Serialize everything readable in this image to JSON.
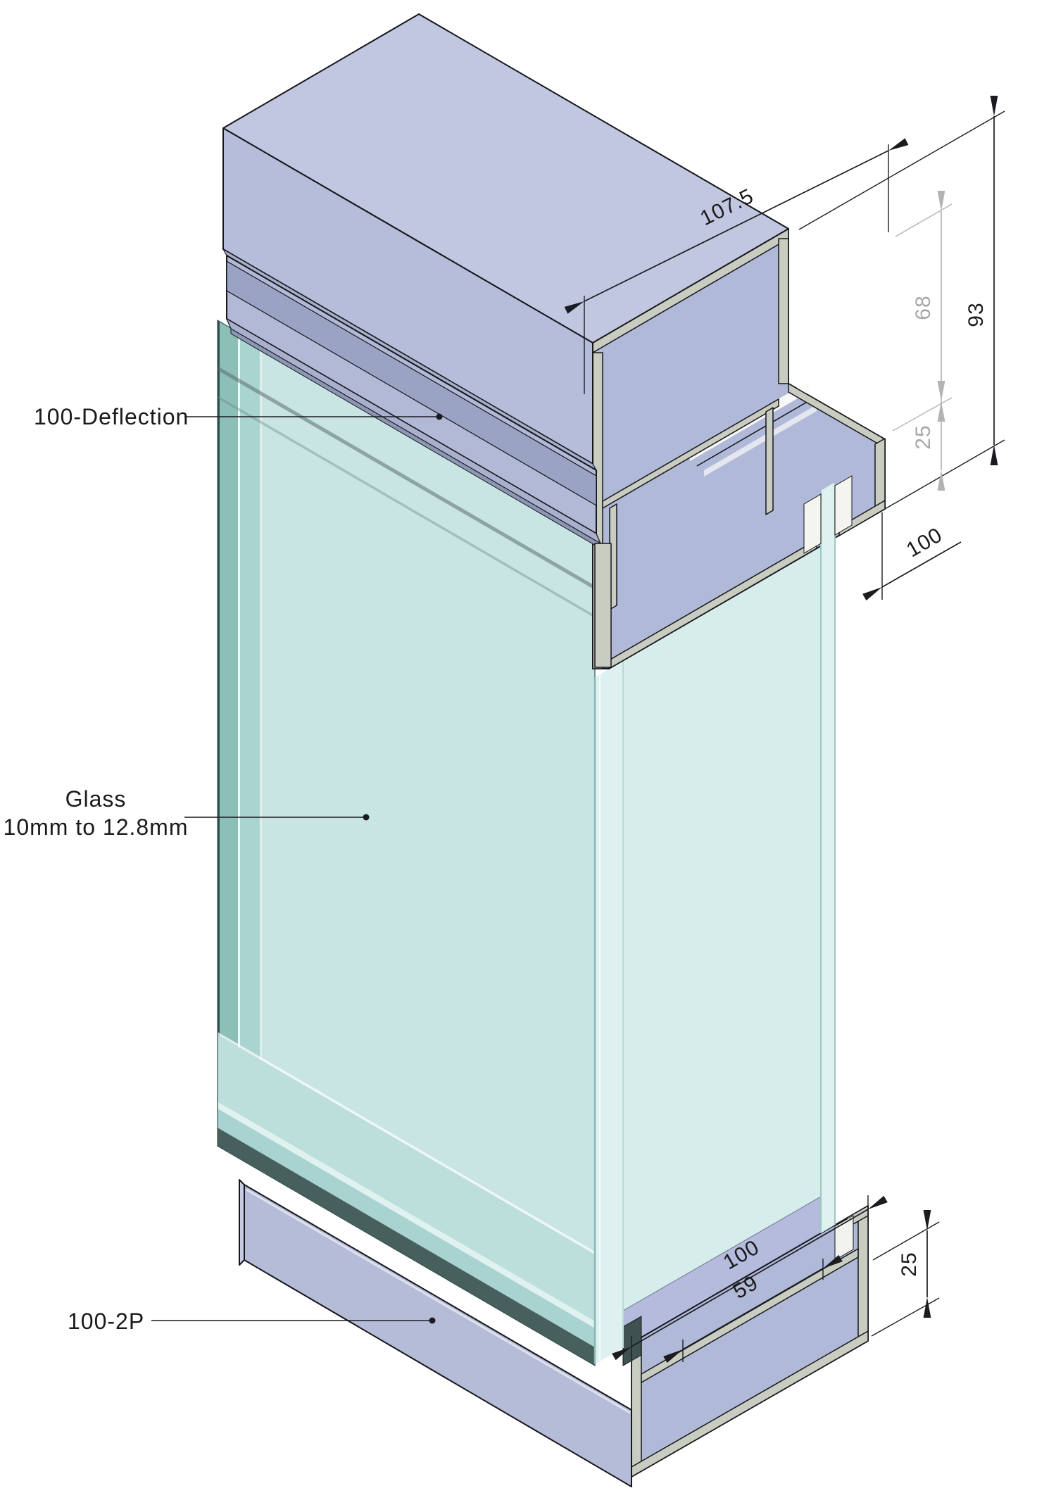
{
  "drawing": {
    "labels": {
      "deflection": "100-Deflection",
      "glass_line1": "Glass",
      "glass_line2": "10mm to 12.8mm",
      "sill": "100-2P"
    },
    "dimensions": {
      "head_top_width": "107.5",
      "head_inner_height": "68",
      "head_total_height": "93",
      "head_lip_height": "25",
      "head_width": "100",
      "sill_width": "100",
      "sill_inner_width": "59",
      "sill_lip_height": "25"
    },
    "colors": {
      "profile_top_face": "#c1c7e1",
      "profile_side_face": "#b6bdda",
      "profile_groove": "#9ba3c4",
      "aluminium_cut": "#c9ccc0",
      "cut_interior": "#b1b9d9",
      "glass_face": "#c9e5e3",
      "glass_edge": "#8dbfb9",
      "gasket_dark": "#47605e",
      "dim_line": "#1a1c20",
      "dim_line_gray": "#b3b3b3"
    }
  }
}
